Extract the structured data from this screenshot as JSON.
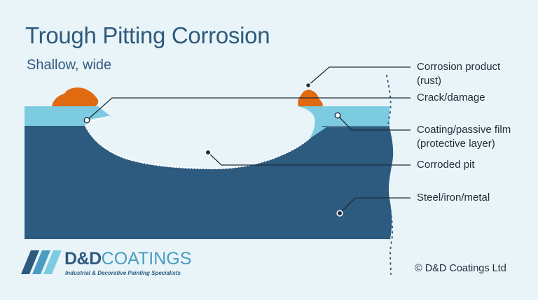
{
  "title": "Trough Pitting Corrosion",
  "subtitle": "Shallow, wide",
  "labels": {
    "corrosion_product_line1": "Corrosion product",
    "corrosion_product_line2": "(rust)",
    "crack": "Crack/damage",
    "coating_line1": "Coating/passive film",
    "coating_line2": "(protective layer)",
    "pit": "Corroded pit",
    "metal": "Steel/iron/metal"
  },
  "logo": {
    "brand_bold": "D&D",
    "brand_light": "COATINGS",
    "tagline": "Industrial & Decorative Painting Specialists"
  },
  "copyright": "© D&D Coatings Ltd",
  "colors": {
    "background": "#e9f4f8",
    "metal": "#2d5a7f",
    "coating": "#7ccbe0",
    "rust": "#e06a10",
    "title": "#2e5a7e"
  }
}
